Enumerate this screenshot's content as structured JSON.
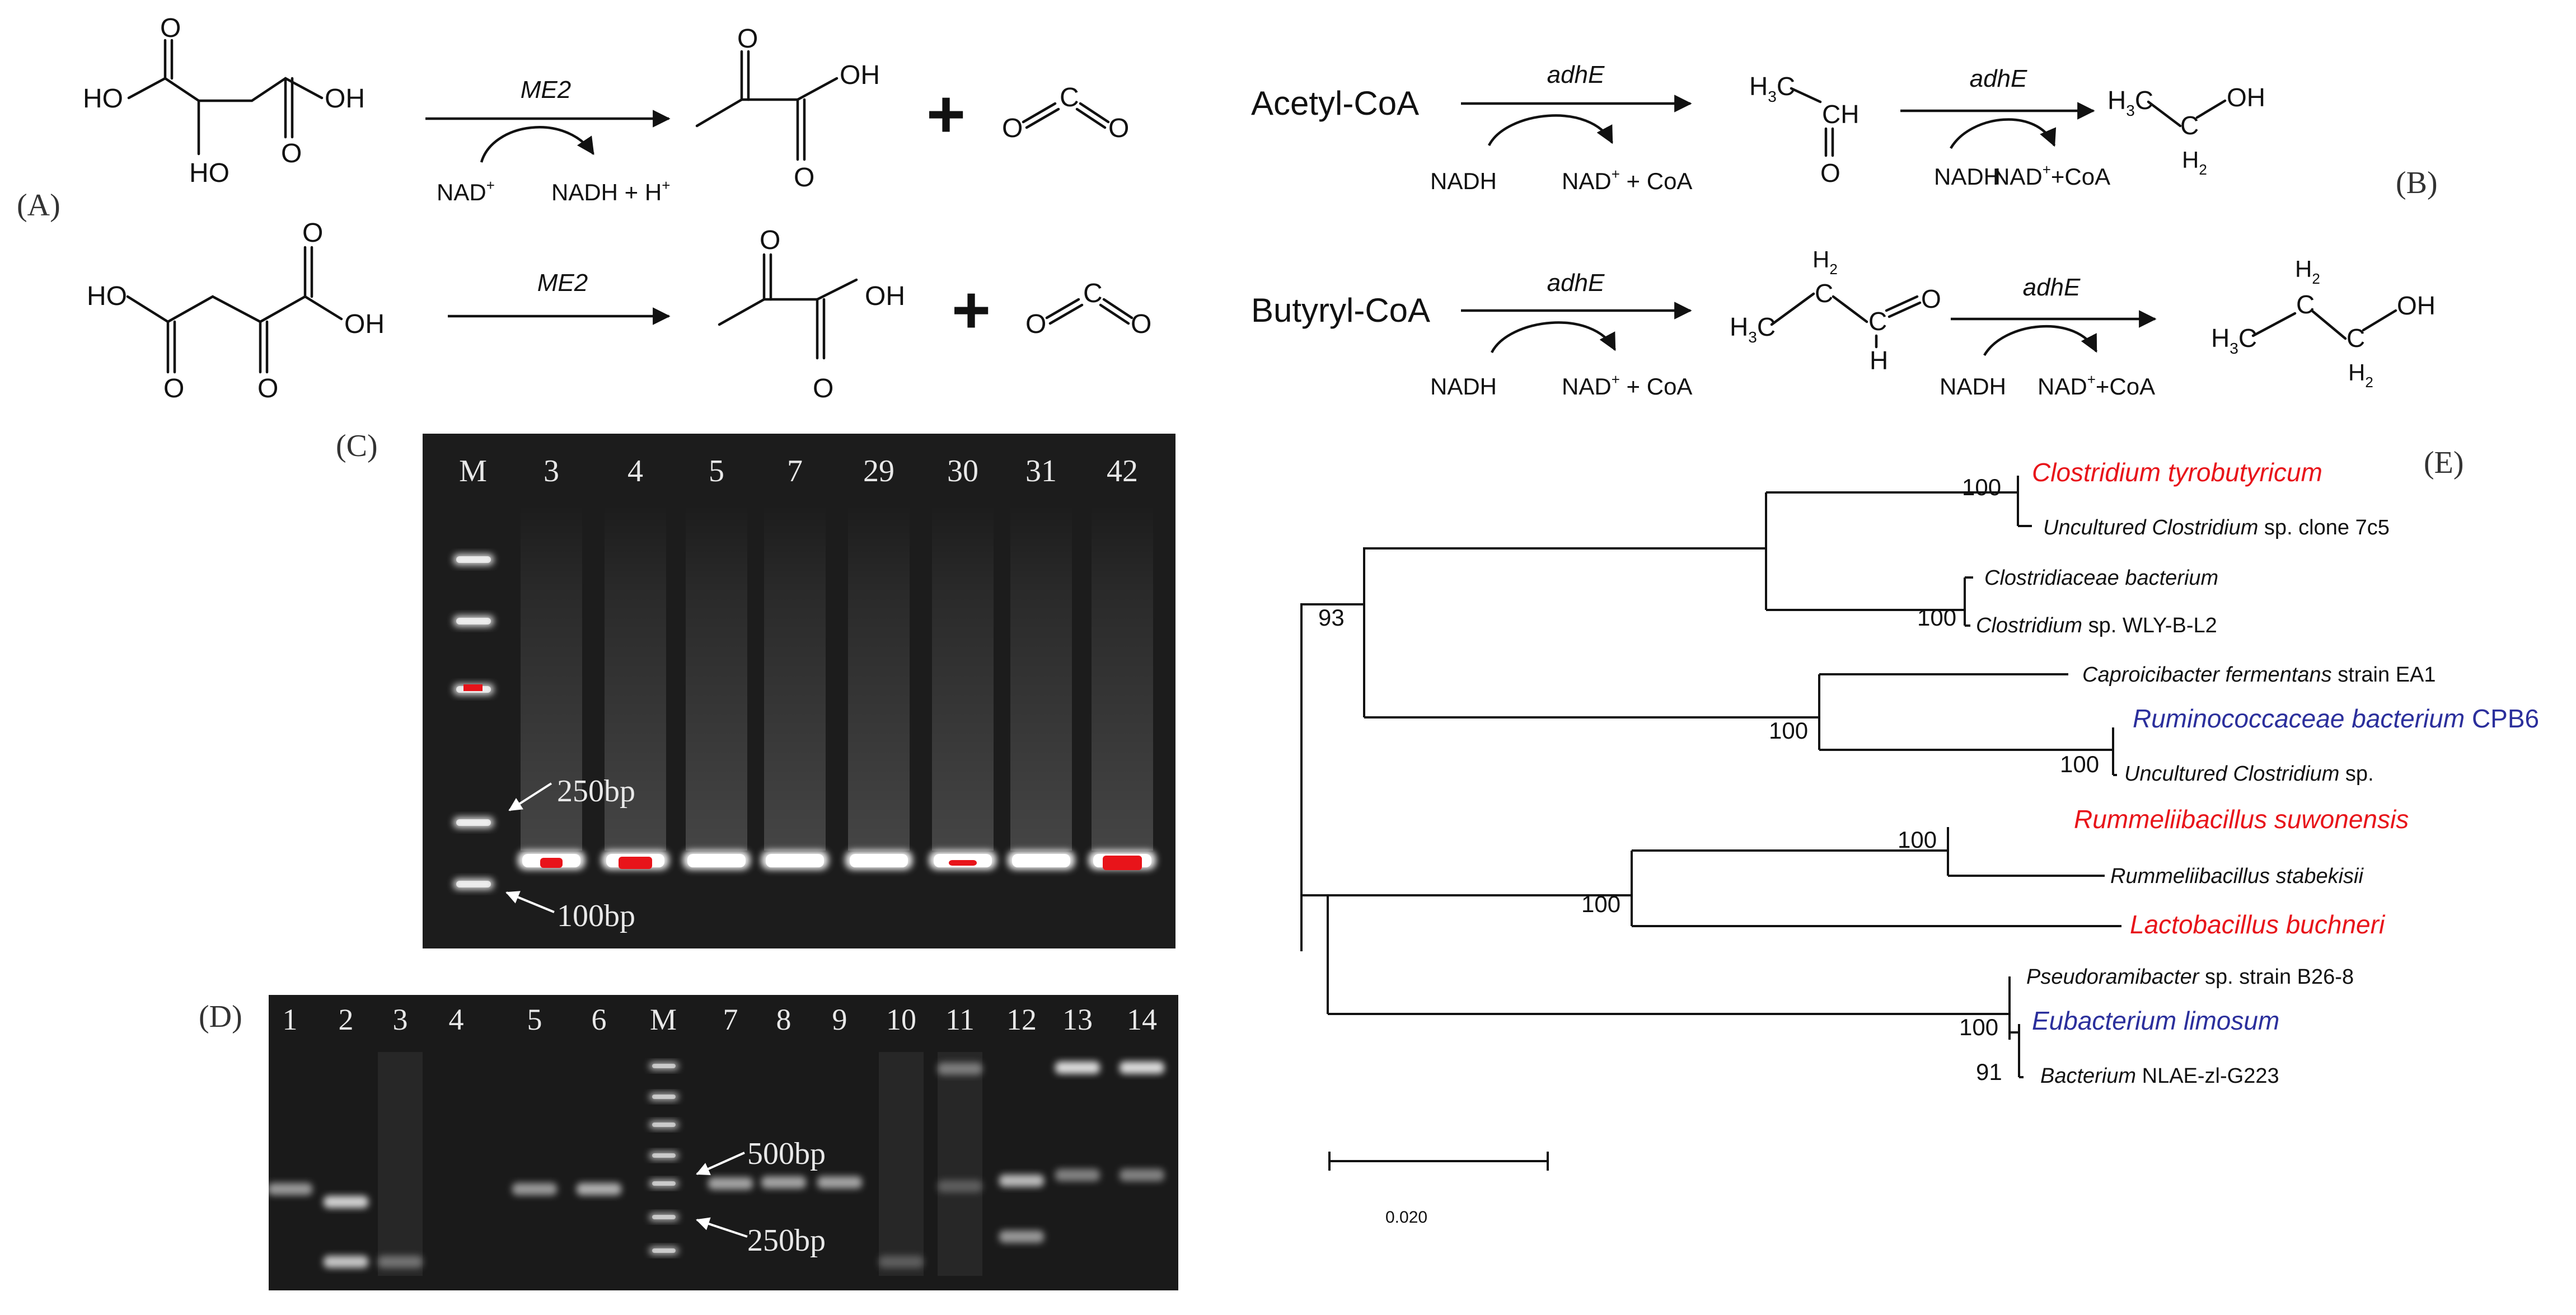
{
  "panels": {
    "A": {
      "label": "(A)",
      "reaction1": {
        "enzyme": "ME2",
        "cofactor_in": "NAD",
        "cofactor_in_sup": "+",
        "cofactor_out": "NADH + H",
        "cofactor_out_sup": "+"
      },
      "reaction2": {
        "enzyme": "ME2"
      },
      "atoms": {
        "O": "O",
        "OH": "OH",
        "HO": "HO",
        "plus": "+",
        "C": "C"
      }
    },
    "B": {
      "label": "(B)",
      "reaction1": {
        "substrate": "Acetyl-CoA",
        "enzyme1": "adhE",
        "enzyme2": "adhE",
        "nadh": "NADH",
        "nad": "NAD",
        "coa1": " + CoA",
        "coa2": "+CoA",
        "sup": "+"
      },
      "reaction2": {
        "substrate": "Butyryl-CoA",
        "enzyme1": "adhE",
        "enzyme2": "adhE",
        "nadh": "NADH",
        "nad": "NAD",
        "coa1": " + CoA",
        "coa2": "+CoA",
        "sup": "+"
      },
      "atoms": {
        "H3C": "H",
        "sub3": "3",
        "sub2": "2",
        "CH": "CH",
        "C": "C",
        "H": "H",
        "O": "O",
        "OH": "OH",
        "H2": "H"
      }
    },
    "C": {
      "label": "(C)",
      "lanes": [
        "M",
        "3",
        "4",
        "5",
        "7",
        "29",
        "30",
        "31",
        "42"
      ],
      "marker_labels": [
        "250bp",
        "100bp"
      ]
    },
    "D": {
      "label": "(D)",
      "lanes": [
        "1",
        "2",
        "3",
        "4",
        "5",
        "6",
        "M",
        "7",
        "8",
        "9",
        "10",
        "11",
        "12",
        "13",
        "14"
      ],
      "marker_labels": [
        "500bp",
        "250bp"
      ]
    },
    "E": {
      "label": "(E)",
      "taxa": [
        {
          "italic": "Clostridium tyrobutyricum",
          "rest": "",
          "color": "#e8141a"
        },
        {
          "italic": "Uncultured Clostridium",
          "rest": " sp. clone 7c5",
          "color": "#111111"
        },
        {
          "italic": "Clostridiaceae bacterium",
          "rest": "",
          "color": "#111111"
        },
        {
          "italic": "Clostridium",
          "rest": " sp. WLY-B-L2",
          "color": "#111111"
        },
        {
          "italic": "Caproicibacter fermentans",
          "rest": " strain EA1",
          "color": "#111111"
        },
        {
          "italic": "Ruminococcaceae bacterium",
          "rest": " CPB6",
          "color": "#2b2f9c"
        },
        {
          "italic": "Uncultured Clostridium",
          "rest": " sp.",
          "color": "#111111"
        },
        {
          "italic": "Rummeliibacillus suwonensis",
          "rest": "",
          "color": "#e8141a"
        },
        {
          "italic": "Rummeliibacillus stabekisii",
          "rest": "",
          "color": "#111111"
        },
        {
          "italic": "Lactobacillus buchneri",
          "rest": "",
          "color": "#e8141a"
        },
        {
          "italic": "Pseudoramibacter",
          "rest": " sp. strain B26-8",
          "color": "#111111"
        },
        {
          "italic": "Eubacterium limosum",
          "rest": "",
          "color": "#2b2f9c"
        },
        {
          "italic": "Bacterium",
          "rest": " NLAE-zl-G223",
          "color": "#111111"
        }
      ],
      "bootstrap": [
        "100",
        "100",
        "93",
        "100",
        "100",
        "100",
        "100",
        "100",
        "91"
      ],
      "scale_label": "0.020"
    }
  },
  "colors": {
    "red": "#e8141a",
    "blue": "#2b2f9c",
    "gel_bg": "#1c1c1c",
    "band": "#f2f2f2"
  }
}
